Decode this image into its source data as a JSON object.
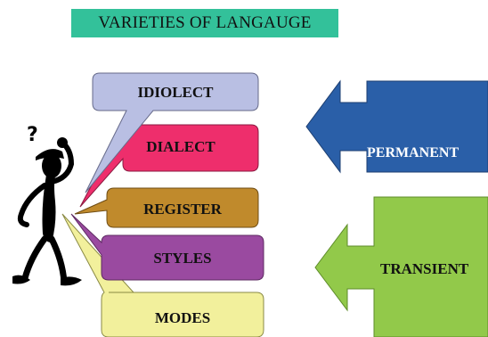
{
  "title": "VARIETIES OF LANGAUGE",
  "varieties": [
    {
      "label": "IDIOLECT",
      "color": "#b9bfe3"
    },
    {
      "label": "DIALECT",
      "color": "#ee2e6c"
    },
    {
      "label": "REGISTER",
      "color": "#c08a2c"
    },
    {
      "label": "STYLES",
      "color": "#9a4aa0"
    },
    {
      "label": "MODES",
      "color": "#f2f09c"
    }
  ],
  "permanent": {
    "label": "PERMANENT",
    "color": "#2a5fa8",
    "text_color": "#ffffff"
  },
  "transient": {
    "label": "TRANSIENT",
    "color": "#92c94a",
    "text_color": "#111111"
  },
  "figure": {
    "icon": "thinking-stick-figure-icon",
    "mark": "?"
  }
}
